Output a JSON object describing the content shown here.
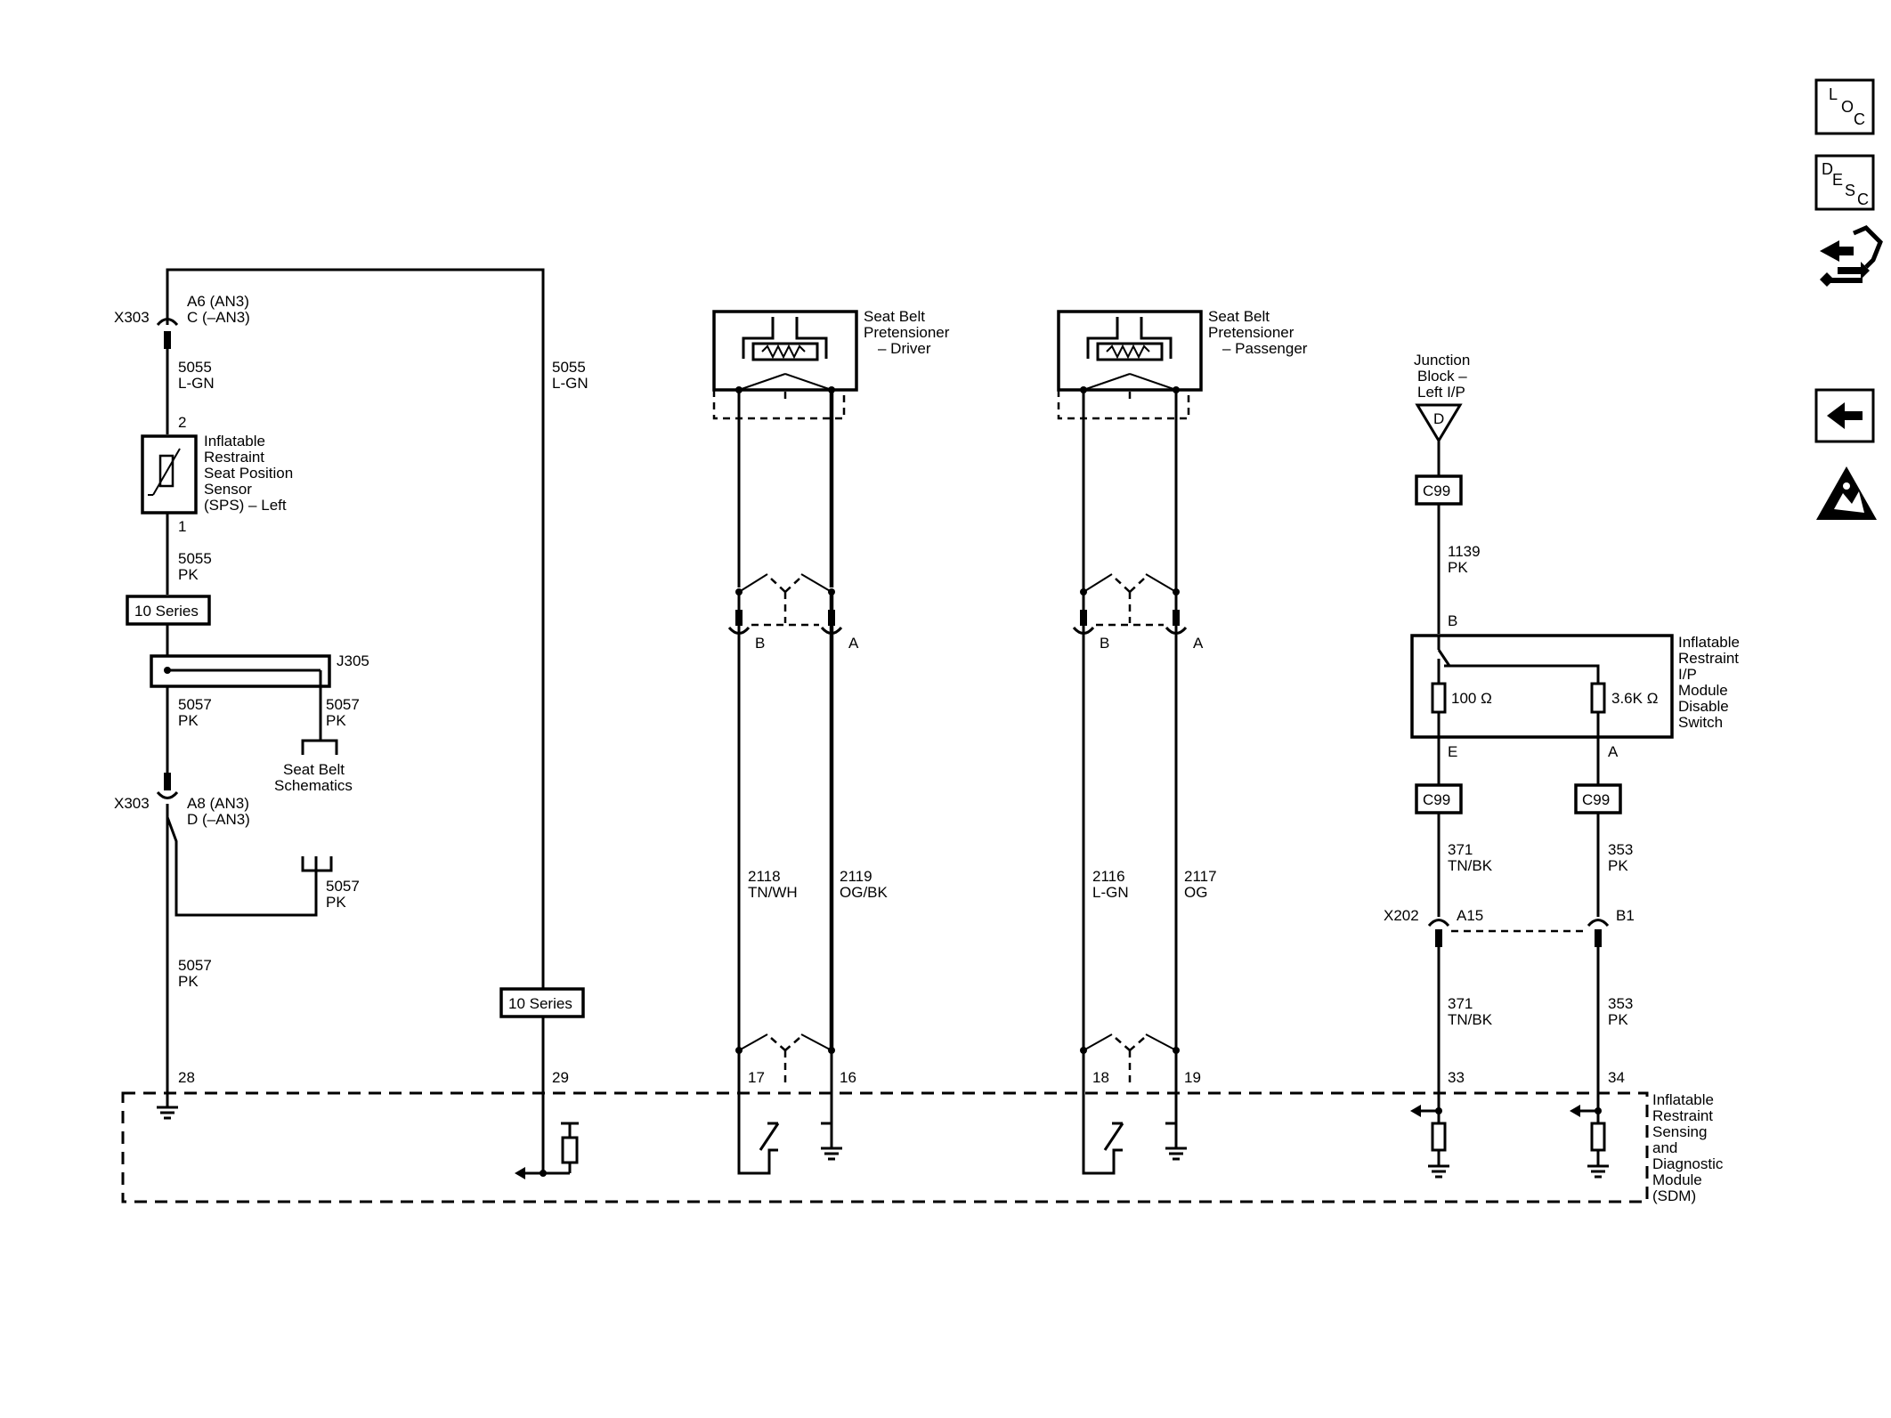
{
  "left": {
    "x303_top": "X303",
    "a6_line1": "A6 (AN3)",
    "a6_line2": "C (–AN3)",
    "w5055_lgn_num": "5055",
    "w5055_lgn_color": "L-GN",
    "sps_pin2": "2",
    "sps_pin1": "1",
    "sps_label": [
      "Inflatable",
      "Restraint",
      "Seat Position",
      "Sensor",
      "(SPS) – Left"
    ],
    "w5055_pk_num": "5055",
    "w5055_pk_color": "PK",
    "series_top": "10 Series",
    "j305": "J305",
    "w5057_a_num": "5057",
    "w5057_a_color": "PK",
    "w5057_b_num": "5057",
    "w5057_b_color": "PK",
    "seat_belt_schematics": [
      "Seat Belt",
      "Schematics"
    ],
    "x303_bottom": "X303",
    "a8_line1": "A8 (AN3)",
    "a8_line2": "D (–AN3)",
    "w5057_c_num": "5057",
    "w5057_c_color": "PK",
    "w5057_d_num": "5057",
    "w5057_d_color": "PK",
    "pin28": "28",
    "w5055_right_num": "5055",
    "w5055_right_color": "L-GN",
    "series_bottom": "10 Series",
    "pin29": "29"
  },
  "driver": {
    "title": [
      "Seat Belt",
      "Pretensioner",
      "– Driver"
    ],
    "pin_b": "B",
    "pin_a": "A",
    "w2118_num": "2118",
    "w2118_color": "TN/WH",
    "w2119_num": "2119",
    "w2119_color": "OG/BK",
    "pin17": "17",
    "pin16": "16"
  },
  "passenger": {
    "title": [
      "Seat Belt",
      "Pretensioner",
      "– Passenger"
    ],
    "pin_b": "B",
    "pin_a": "A",
    "w2116_num": "2116",
    "w2116_color": "L-GN",
    "w2117_num": "2117",
    "w2117_color": "OG",
    "pin18": "18",
    "pin19": "19"
  },
  "right": {
    "junction": [
      "Junction",
      "Block –",
      "Left I/P"
    ],
    "junction_pin": "D",
    "c99_top": "C99",
    "w1139_num": "1139",
    "w1139_color": "PK",
    "pin_b": "B",
    "switch_label": [
      "Inflatable",
      "Restraint",
      "I/P",
      "Module",
      "Disable",
      "Switch"
    ],
    "r100": "100 Ω",
    "r36k": "3.6K Ω",
    "pin_e": "E",
    "pin_a": "A",
    "c99_left": "C99",
    "c99_right": "C99",
    "w371_a_num": "371",
    "w371_a_color": "TN/BK",
    "w353_a_num": "353",
    "w353_a_color": "PK",
    "x202": "X202",
    "a15": "A15",
    "b1": "B1",
    "w371_b_num": "371",
    "w371_b_color": "TN/BK",
    "w353_b_num": "353",
    "w353_b_color": "PK",
    "pin33": "33",
    "pin34": "34"
  },
  "sdm_label": [
    "Inflatable",
    "Restraint",
    "Sensing",
    "and",
    "Diagnostic",
    "Module",
    "(SDM)"
  ],
  "sidebar": {
    "loc": [
      "L",
      "O",
      "C"
    ],
    "desc": [
      "D",
      "E",
      "S",
      "C"
    ]
  }
}
